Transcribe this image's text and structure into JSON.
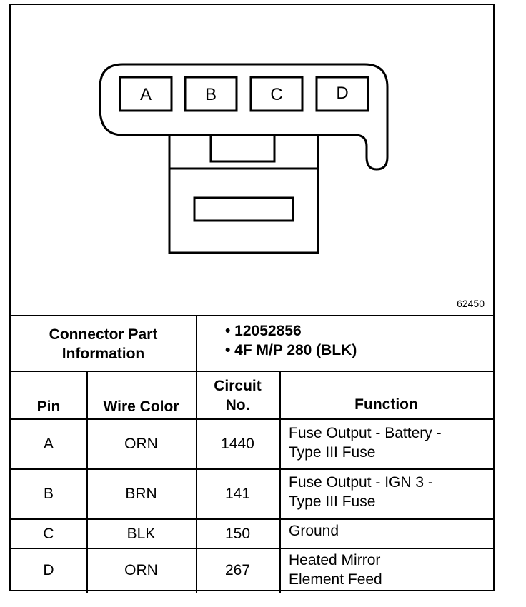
{
  "diagram": {
    "pins": [
      "A",
      "B",
      "C",
      "D"
    ],
    "figure_id": "62450"
  },
  "part_info": {
    "label_line1": "Connector Part",
    "label_line2": "Information",
    "item1": "• 12052856",
    "item2": "• 4F M/P 280 (BLK)"
  },
  "headers": {
    "pin": "Pin",
    "wire_color": "Wire Color",
    "circuit_line1": "Circuit",
    "circuit_line2": "No.",
    "function": "Function"
  },
  "rows": [
    {
      "pin": "A",
      "wire_color": "ORN",
      "circuit": "1440",
      "function_line1": "Fuse Output - Battery -",
      "function_line2": "Type III Fuse"
    },
    {
      "pin": "B",
      "wire_color": "BRN",
      "circuit": "141",
      "function_line1": "Fuse Output - IGN 3 -",
      "function_line2": "Type III Fuse"
    },
    {
      "pin": "C",
      "wire_color": "BLK",
      "circuit": "150",
      "function_line1": "Ground",
      "function_line2": ""
    },
    {
      "pin": "D",
      "wire_color": "ORN",
      "circuit": "267",
      "function_line1": "Heated Mirror",
      "function_line2": "Element Feed"
    }
  ]
}
